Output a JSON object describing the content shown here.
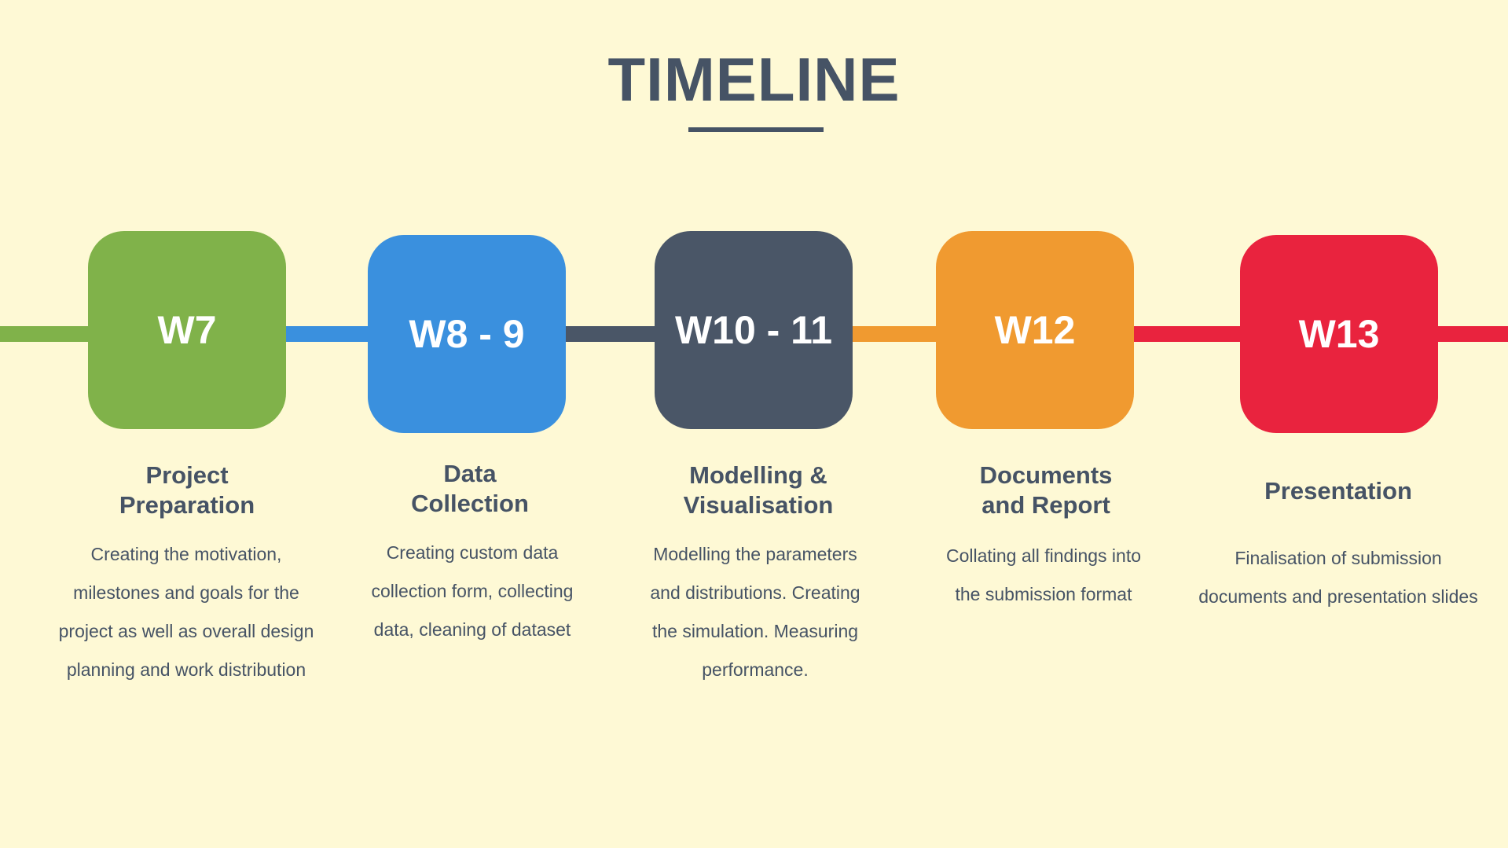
{
  "title": "TIMELINE",
  "colors": {
    "background": "#fef9d5",
    "text": "#465365",
    "green": "#80b24a",
    "blue": "#3a90de",
    "slate": "#4a5667",
    "orange": "#f09a30",
    "red": "#e9233e"
  },
  "milestones": [
    {
      "week": "W7",
      "heading_line1": "Project",
      "heading_line2": "Preparation",
      "desc_lines": [
        "Creating the motivation,",
        "milestones and goals for the",
        "project as well as overall design",
        "planning and work distribution"
      ]
    },
    {
      "week": "W8 - 9",
      "heading_line1": "Data",
      "heading_line2": "Collection",
      "desc_lines": [
        "Creating custom data",
        "collection form, collecting",
        "data, cleaning of dataset"
      ]
    },
    {
      "week": "W10 - 11",
      "heading_line1": "Modelling &",
      "heading_line2": "Visualisation",
      "desc_lines": [
        "Modelling the parameters",
        "and distributions. Creating",
        "the simulation. Measuring",
        "performance."
      ]
    },
    {
      "week": "W12",
      "heading_line1": "Documents",
      "heading_line2": "and Report",
      "desc_lines": [
        "Collating all findings into",
        "the submission format"
      ]
    },
    {
      "week": "W13",
      "heading_line1": "Presentation",
      "desc_lines": [
        "Finalisation of submission",
        "documents and presentation slides"
      ]
    }
  ]
}
